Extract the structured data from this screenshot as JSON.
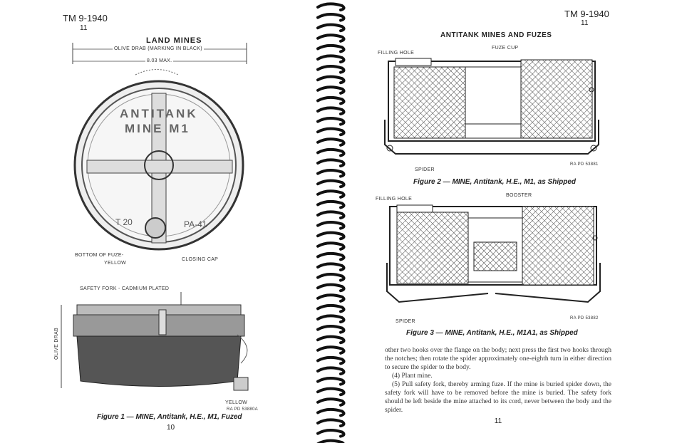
{
  "left_page": {
    "header_code": "TM 9-1940",
    "header_para": "11",
    "title": "LAND MINES",
    "dim_color": "OLIVE DRAB (MARKING IN BLACK)",
    "dim_size": "8.03 MAX.",
    "marking_line1": "ANTITANK",
    "marking_line2": "MINE M1",
    "marking_t": "T 20",
    "marking_pa": "PA-41",
    "label_fuze_bottom_1": "BOTTOM OF FUZE-",
    "label_fuze_bottom_2": "YELLOW",
    "label_closing_cap": "CLOSING CAP",
    "label_safety_fork": "SAFETY FORK - CADMIUM PLATED",
    "label_olive_drab": "OLIVE DRAB",
    "label_yellow": "YELLOW",
    "ra_code": "RA PD 53880A",
    "figure_caption": "Figure 1 — MINE, Antitank, H.E., M1, Fuzed",
    "page_number": "10"
  },
  "right_page": {
    "header_code": "TM 9-1940",
    "header_para": "11",
    "title": "ANTITANK MINES AND FUZES",
    "fig2": {
      "filling_hole": "FILLING HOLE",
      "fuze_cup": "FUZE CUP",
      "spider": "SPIDER",
      "ra_code": "RA PD 53881",
      "caption": "Figure 2 — MINE, Antitank, H.E., M1, as Shipped"
    },
    "fig3": {
      "filling_hole": "FILLING HOLE",
      "booster": "BOOSTER",
      "spider": "SPIDER",
      "ra_code": "RA PD 53882",
      "caption": "Figure 3 — MINE, Antitank, H.E., M1A1, as Shipped"
    },
    "paragraphs": [
      "other two hooks over the flange on the body; next press the first two hooks through the notches; then rotate the spider approximately one-eighth turn in either direction to secure the spider to the body.",
      "(4) Plant mine.",
      "(5) Pull safety fork, thereby arming fuze. If the mine is buried spider down, the safety fork will have to be removed before the mine is buried. The safety fork should be left beside the mine attached to its cord, never between the body and the spider."
    ],
    "page_number": "11"
  }
}
